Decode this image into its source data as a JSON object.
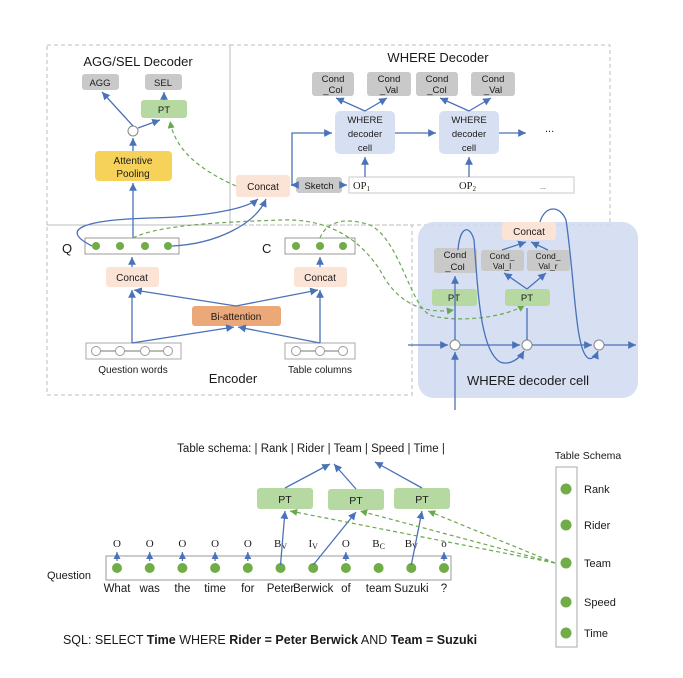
{
  "panels": {
    "agg_sel": {
      "title": "AGG/SEL Decoder",
      "agg": "AGG",
      "sel": "SEL",
      "pt": "PT",
      "attentive_pooling": [
        "Attentive",
        "Pooling"
      ]
    },
    "where": {
      "title": "WHERE Decoder",
      "cells": [
        {
          "label": [
            "WHERE",
            "decoder",
            "cell"
          ],
          "outputs": [
            [
              "Cond",
              "_Col"
            ],
            [
              "Cond",
              "_Val"
            ]
          ],
          "op": "OP",
          "op_sub": "1"
        },
        {
          "label": [
            "WHERE",
            "decoder",
            "cell"
          ],
          "outputs": [
            [
              "Cond",
              "_Col"
            ],
            [
              "Cond",
              "_Val"
            ]
          ],
          "op": "OP",
          "op_sub": "2"
        }
      ],
      "ellipsis": "...",
      "op_ellipsis": "...",
      "sketch": "Sketch",
      "concat": "Concat"
    },
    "encoder": {
      "title": "Encoder",
      "q_label": "Q",
      "c_label": "C",
      "concat_left": "Concat",
      "concat_right": "Concat",
      "bi_attention": "Bi-attention",
      "question_words": "Question words",
      "table_columns": "Table columns"
    },
    "where_cell_detail": {
      "title": "WHERE decoder cell",
      "concat": "Concat",
      "cond_col": [
        "Cond",
        "_Col"
      ],
      "cond_val_l": [
        "Cond_",
        "Val_l"
      ],
      "cond_val_r": [
        "Cond_",
        "Val_r"
      ],
      "pt_left": "PT",
      "pt_right": "PT"
    }
  },
  "example": {
    "table_schema_line": "Table schema: | Rank | Rider | Team | Speed | Time |",
    "pt_labels": [
      "PT",
      "PT",
      "PT"
    ],
    "question_label": "Question",
    "words": [
      "What",
      "was",
      "the",
      "time",
      "for",
      "Peter",
      "Berwick",
      "of",
      "team",
      "Suzuki",
      "?"
    ],
    "tags": [
      {
        "main": "O",
        "sub": ""
      },
      {
        "main": "O",
        "sub": ""
      },
      {
        "main": "O",
        "sub": ""
      },
      {
        "main": "O",
        "sub": ""
      },
      {
        "main": "O",
        "sub": ""
      },
      {
        "main": "B",
        "sub": "V"
      },
      {
        "main": "I",
        "sub": "V"
      },
      {
        "main": "O",
        "sub": ""
      },
      {
        "main": "B",
        "sub": "C"
      },
      {
        "main": "B",
        "sub": "V"
      },
      {
        "main": "o",
        "sub": ""
      }
    ],
    "schema_box_title": "Table Schema",
    "schema_columns": [
      "Rank",
      "Rider",
      "Team",
      "Speed",
      "Time"
    ],
    "sql": {
      "prefix": "SQL:  SELECT ",
      "select_col": "Time",
      "where_kw": " WHERE ",
      "cond1": "Rider = Peter Berwick",
      "and_kw": " AND ",
      "cond2": "Team = Suzuki"
    }
  },
  "colors": {
    "arrow_blue": "#4a72b8",
    "dashed_green": "#6aa84f",
    "gray_box": "#c9c9c9",
    "green_box": "#b5d9a0",
    "yellow_box": "#f7d25a",
    "peach_box": "#fbe3d6",
    "orange_box": "#eba878",
    "cell_blue": "#d7e0f2",
    "panel_blue": "#cfdaf0",
    "dot_green": "#70ad47"
  }
}
